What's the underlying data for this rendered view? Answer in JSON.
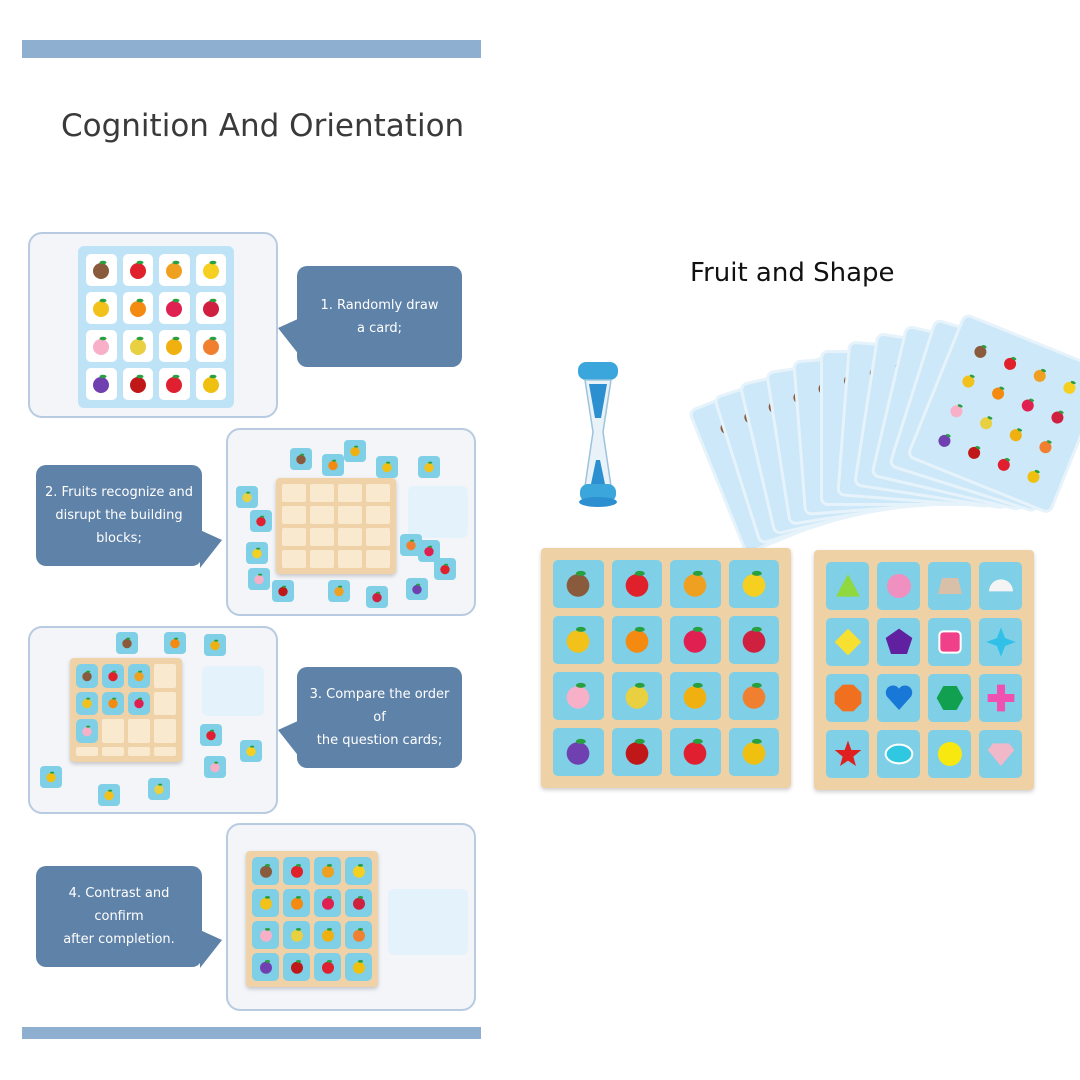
{
  "left_heading": "Cognition And Orientation",
  "right_heading": "Fruit and Shape",
  "steps": [
    {
      "text_line1": "1. Randomly draw",
      "text_line2": "a card;",
      "text_line3": ""
    },
    {
      "text_line1": "2. Fruits recognize and",
      "text_line2": "disrupt the building",
      "text_line3": "blocks;"
    },
    {
      "text_line1": "3. Compare the order of",
      "text_line2": "the question cards;",
      "text_line3": ""
    },
    {
      "text_line1": "4. Contrast and confirm",
      "text_line2": "after completion.",
      "text_line3": ""
    }
  ],
  "colors": {
    "accent_bar": "#8fafd0",
    "bubble": "#5f82a8",
    "tile": "#7fcfe6",
    "board": "#f0d2a8"
  },
  "fruit_icons": [
    "coconut-icon",
    "apple-icon",
    "butterfly-icon",
    "lemon-icon",
    "mango-icon",
    "orange-icon",
    "pomegranate-icon",
    "dragonfruit-icon",
    "peach-icon",
    "pear-icon",
    "pineapple-icon",
    "persimmon-icon",
    "grape-icon",
    "cherry-icon",
    "strawberry-icon",
    "pumpkin-icon"
  ],
  "shape_icons": [
    "triangle-icon",
    "flower-icon",
    "trapezoid-icon",
    "semicircle-icon",
    "diamond-icon",
    "pentagon-icon",
    "rounded-square-icon",
    "four-point-star-icon",
    "octagon-icon",
    "heart-icon",
    "hexagon-icon",
    "cross-icon",
    "star-icon",
    "oval-icon",
    "circle-icon",
    "gem-icon"
  ]
}
